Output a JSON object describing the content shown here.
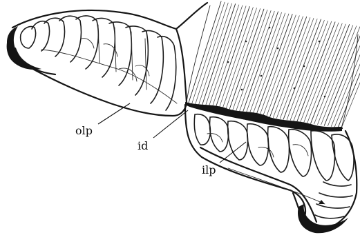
{
  "labels": {
    "olp": "olp",
    "id": "id",
    "ilp": "ilp"
  },
  "colors": {
    "ink": "#161616",
    "paper": "#ffffff"
  }
}
